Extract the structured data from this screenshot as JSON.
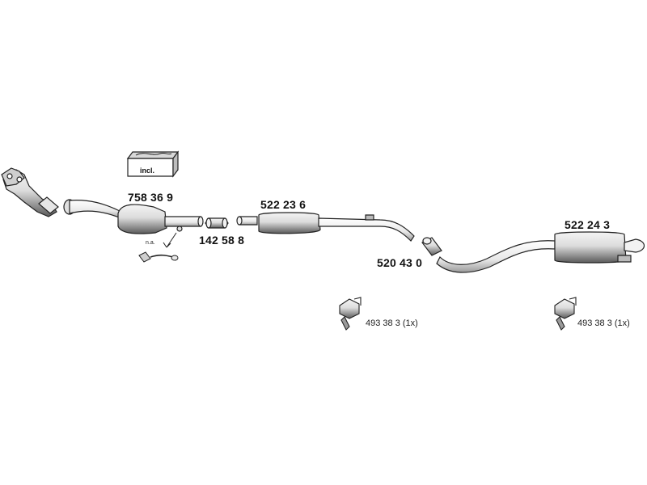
{
  "parts": {
    "catalytic_converter": "758 36 9",
    "connector_small": "142 58 8",
    "middle_silencer": "522 23 6",
    "connector_mid": "520 43 0",
    "rear_silencer": "522 24 3",
    "mount_1": "493 38 3 (1x)",
    "mount_2": "493 38 3 (1x)"
  },
  "notes": {
    "included_kit": "incl.",
    "not_available": "n.a."
  }
}
